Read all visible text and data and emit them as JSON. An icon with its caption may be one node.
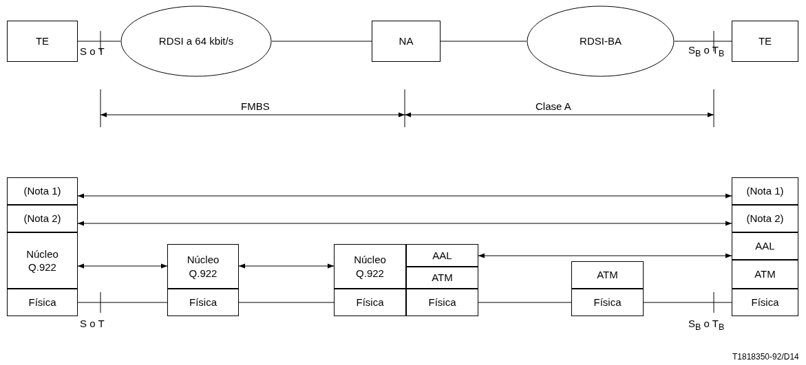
{
  "diagram": {
    "nodes": [
      {
        "text": [
          "TE"
        ]
      },
      {
        "text": [
          "RDSI a 64 kbit/s"
        ]
      },
      {
        "text": [
          "NA"
        ]
      },
      {
        "text": [
          "RDSI-BA"
        ]
      },
      {
        "text": [
          "TE"
        ]
      },
      {
        "text": [
          "(Nota 1)"
        ]
      },
      {
        "text": [
          "(Nota 2)"
        ]
      },
      {
        "text": [
          "Núcleo Q.922"
        ]
      },
      {
        "text": [
          "Física"
        ]
      },
      {
        "text": [
          "Núcleo Q.922"
        ]
      },
      {
        "text": [
          "Física"
        ]
      },
      {
        "text": [
          "Núcleo Q.922"
        ]
      },
      {
        "text": [
          "AAL"
        ]
      },
      {
        "text": [
          "ATM"
        ]
      },
      {
        "text": [
          "Física"
        ]
      },
      {
        "text": [
          "Física"
        ]
      },
      {
        "text": [
          "ATM"
        ]
      },
      {
        "text": [
          "Física"
        ]
      },
      {
        "text": [
          "(Nota 1)"
        ]
      },
      {
        "text": [
          "(Nota 2)"
        ]
      },
      {
        "text": [
          "AAL"
        ]
      },
      {
        "text": [
          "ATM"
        ]
      },
      {
        "text": [
          "Física"
        ]
      }
    ],
    "edges": [
      {
        "from": 0,
        "to": 1,
        "arrow": "none"
      },
      {
        "from": 1,
        "to": 2,
        "arrow": "none"
      },
      {
        "from": 2,
        "to": 3,
        "arrow": "none"
      },
      {
        "from": 3,
        "to": 4,
        "arrow": "none"
      },
      {
        "from": 5,
        "to": 18,
        "arrow": "both"
      },
      {
        "from": 6,
        "to": 19,
        "arrow": "both"
      },
      {
        "from": 7,
        "to": 9,
        "arrow": "both"
      },
      {
        "from": 9,
        "to": 11,
        "arrow": "both"
      },
      {
        "from": 12,
        "to": 20,
        "arrow": "both"
      },
      {
        "from": 8,
        "to": 10,
        "arrow": "none"
      },
      {
        "from": 10,
        "to": 14,
        "arrow": "none"
      },
      {
        "from": 15,
        "to": 17,
        "arrow": "none"
      },
      {
        "from": 17,
        "to": 22,
        "arrow": "none"
      }
    ],
    "labels": [
      "S o T",
      "S$_{B}$ o T$_{B}$",
      "FMBS",
      "Clase A",
      "S o T",
      "S$_{B}$ o T$_{B}$",
      "T1818350-92/D14"
    ]
  }
}
